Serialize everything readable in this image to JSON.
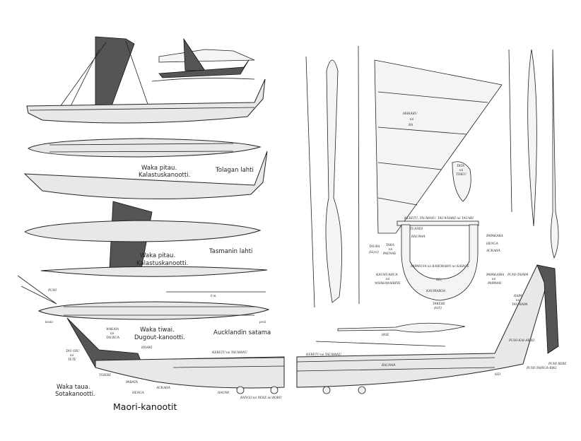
{
  "title": "Maori-kanootit",
  "captions": {
    "c1a": "Waka pitau.",
    "c1b": "Kalastuskanootti.",
    "p1": "Tolagan lahti",
    "c2a": "Waka pitau.",
    "c2b": "Kalastuskanootti.",
    "p2": "Tasmanin lahti",
    "c3a": "Waka tiwai.",
    "c3b": "Dugout-kanootti.",
    "p3": "Aucklandin satama",
    "c4a": "Waka taua.",
    "c4b": "Sotakanootti."
  },
  "left_labels": {
    "puhi": "PUHI",
    "keula": "keula",
    "pera": "perä",
    "scale": "6 m.",
    "wakaia": "WAKAIA",
    "tai1": "tai",
    "taurua": "TAURUA",
    "hoaki": "HOAKI",
    "tauihu": "TAU-IHU",
    "tai2": "tai",
    "tete": "TETE",
    "keretu": "KERETU tai TAUMANU",
    "toiere": "TOIERE",
    "parata": "PARATA",
    "henga": "HENGA",
    "aukaha": "AUKAHA",
    "haumi": "HAUMI",
    "rango": "RANGO tai NEKE tai RORO"
  },
  "right_labels": {
    "makaru": "MAKARU",
    "tai_m": "tai",
    "ra": "RA",
    "tata": "TATA",
    "tai_t": "tai",
    "tiheu": "TIHEU",
    "keretu_top": "KERETU, TAUMANU, TAUWHARE tai TAUARI",
    "tuandi": "TUANDI",
    "rauawa": "RAUAWA",
    "papakaka": "PAPAKAKA",
    "henga": "HENGA",
    "aukaha": "AUKAHA",
    "taura": "TAURA",
    "koysi": "(köysi)",
    "taka": "TAKA",
    "tai_k": "tai",
    "paewae": "PAEWAE",
    "papanuia": "PAPANUIA tai KAHORAHO tai KAIAUE",
    "riu": "RIU",
    "kauhuahua": "KAUHUAHUA",
    "tai_w": "tai",
    "whakawairine": "WHAKAWAIRINE",
    "papakaira": "PAPAKAIRA",
    "tai_p": "tai",
    "papawai": "PAPAWAI",
    "kaumaroa": "KAUMAROA",
    "takere": "TAKERE",
    "koli": "(köli)",
    "puhi_taiapa": "PUHI-TAIAPA",
    "rapa": "RAPA",
    "tai_r": "tai",
    "taurapa": "TAU-RAPA",
    "hoe": "HOE",
    "puhi_kai_ariki": "PUHI-KAI-ARIKI",
    "keretu": "KERETU tai TAUMANU",
    "rauawa2": "RAUAWA",
    "puhi_tainga": "PUHI-TAINGA-RIKI",
    "puhi_rere": "PUHI RERE",
    "kei": "KEI"
  }
}
